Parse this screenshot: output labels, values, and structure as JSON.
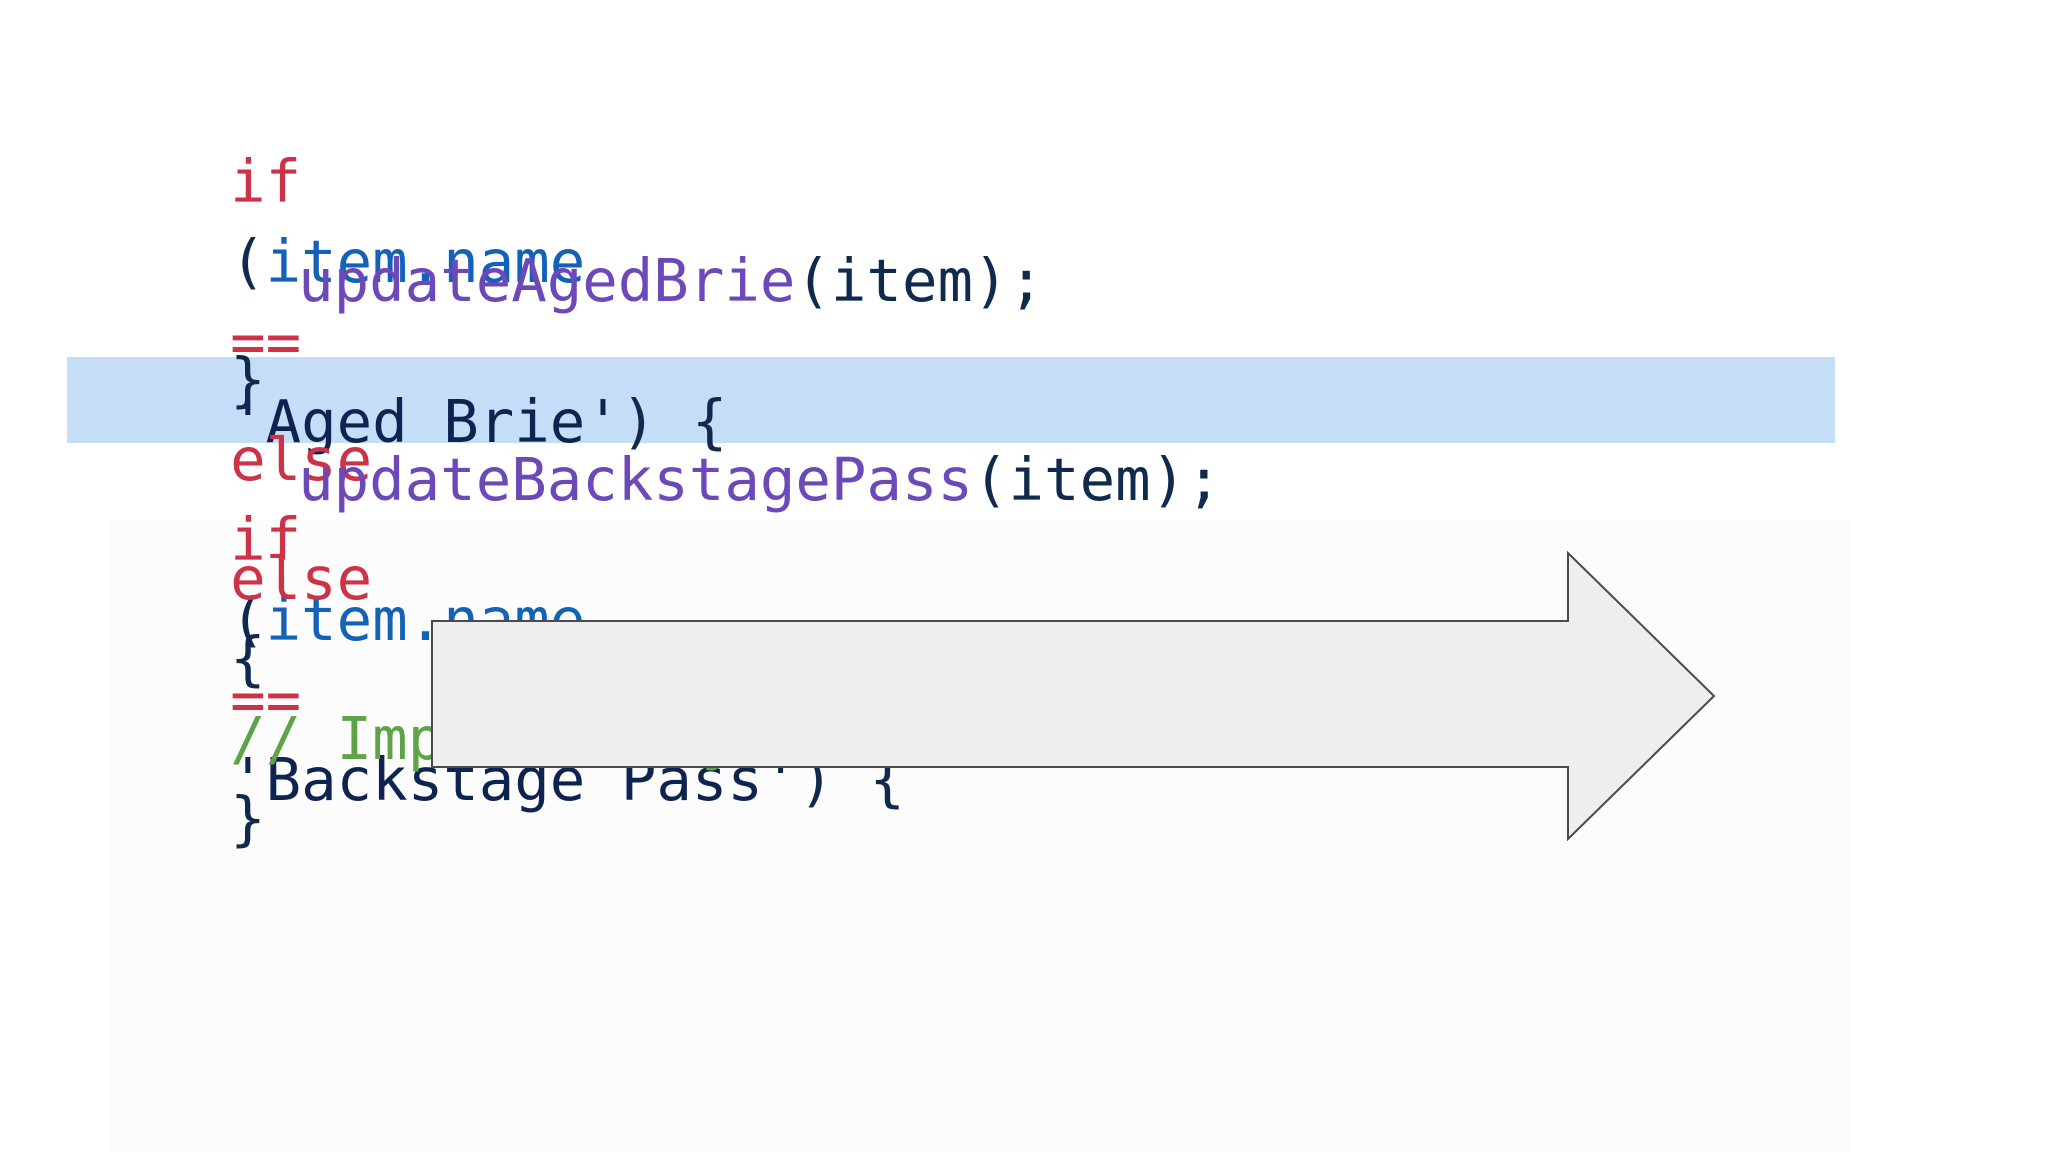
{
  "code": {
    "line1": {
      "keyword_if": "if",
      "paren_open": "(",
      "property": "item.name",
      "operator": "==",
      "string": "'Aged Brie'",
      "close_brace": ") {"
    },
    "line2": {
      "function": "updateAgedBrie",
      "args": "(item);"
    },
    "line3": {
      "brace": "}",
      "keyword_else": "else",
      "keyword_if": "if",
      "paren_open": "(",
      "property": "item.name",
      "operator": "==",
      "string": "'Backstage Pass'",
      "close_brace": ") {"
    },
    "line4": {
      "function": "updateBackstagePass",
      "args": "(item);"
    },
    "line5": {
      "keyword_else": "else",
      "brace_open": "{",
      "comment": "// Implementação",
      "brace_close": "}"
    }
  },
  "colors": {
    "keyword": "#cc3348",
    "property": "#1263b8",
    "function": "#6d48b8",
    "comment": "#5ea446",
    "text": "#0f2a4d",
    "highlight": "#c6ddf7",
    "arrow_fill": "#efedf0",
    "arrow_stroke": "#4a4a4a"
  },
  "icons": {
    "arrow": "right-arrow-icon"
  }
}
